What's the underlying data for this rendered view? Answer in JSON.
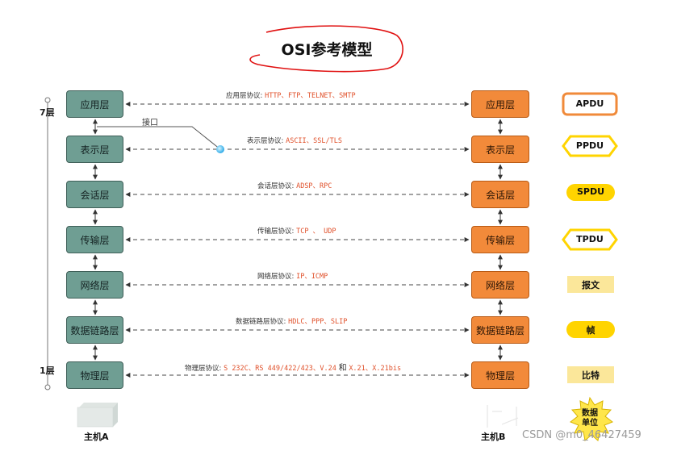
{
  "title": "OSI参考模型",
  "host_a": "主机A",
  "host_b": "主机B",
  "layer_top_label": "7层",
  "layer_bottom_label": "1层",
  "interface_label": "接口",
  "data_unit_label": [
    "数据",
    "单位"
  ],
  "watermark": "CSDN @m0_46427459",
  "layers": [
    {
      "name": "应用层",
      "protocol_label": "应用层协议:",
      "protocols": "HTTP、FTP、TELNET、SMTP",
      "pdu": "APDU"
    },
    {
      "name": "表示层",
      "protocol_label": "表示层协议:",
      "protocols": "ASCII、SSL/TLS",
      "pdu": "PPDU"
    },
    {
      "name": "会话层",
      "protocol_label": "会话层协议:",
      "protocols": "ADSP、RPC",
      "pdu": "SPDU"
    },
    {
      "name": "传输层",
      "protocol_label": "传输层协议:",
      "protocols": "TCP 、 UDP",
      "pdu": "TPDU"
    },
    {
      "name": "网络层",
      "protocol_label": "网络层协议:",
      "protocols": "IP、ICMP",
      "pdu": "报文"
    },
    {
      "name": "数据链路层",
      "protocol_label": "数据链路层协议:",
      "protocols": "HDLC、PPP、SLIP",
      "pdu": "帧"
    },
    {
      "name": "物理层",
      "protocol_label": "物理层协议:",
      "protocols": "S 232C、RS 449/422/423、V.24",
      "protocols_conj": "和",
      "protocols_tail": "X.21、X.21bis",
      "pdu": "比特"
    }
  ],
  "colors": {
    "host_a_layer": "#6f9e93",
    "host_b_layer": "#f28a3a",
    "protocol_text": "#e0502a",
    "pdu_orange": "#f08a3a",
    "pdu_yellow": "#ffd400",
    "pdu_pale": "#fbe79a",
    "title_scribble": "#e01010"
  }
}
